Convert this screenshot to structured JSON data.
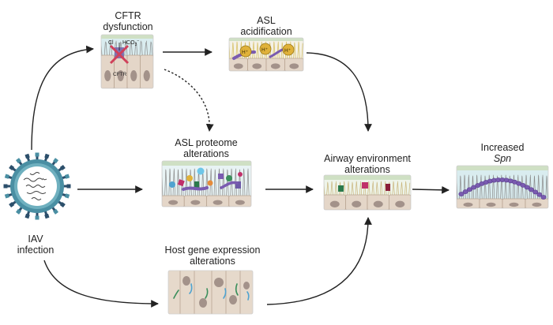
{
  "labels": {
    "cftr_dysfunction": [
      "CFTR",
      "dysfunction"
    ],
    "asl_acidification": [
      "ASL",
      "acidification"
    ],
    "asl_proteome": [
      "ASL proteome",
      "alterations"
    ],
    "airway_environment": [
      "Airway environment",
      "alterations"
    ],
    "increased_spn": [
      "Increased",
      "Spn"
    ],
    "iav_infection": [
      "IAV",
      "infection"
    ],
    "host_gene_expression": [
      "Host gene expression",
      "alterations"
    ]
  },
  "panel_text": {
    "cl": "Cl",
    "hco3": "HCO",
    "hco3_sub": "3",
    "hco3_sup": "−",
    "cftr": "CFTR",
    "h_plus": "H⁺"
  },
  "colors": {
    "arrow": "#222222",
    "cell_fill": "#e4d6c8",
    "nucleus": "#a3928a",
    "mucus": "#cfe0c4",
    "asl_fluid": "#d9ecef",
    "cilia": "#8a8a8a",
    "acid_cilia": "#d8c26a",
    "h_ion": "#e0b23a",
    "bacteria": "#7a5bb0",
    "virus_body": "#4a8fa3",
    "virus_spike": "#2c4f6b"
  },
  "icons": [
    "iav-virus-icon",
    "cftr-blocked-icon",
    "h-ion-icon",
    "streptococcus-chain-icon"
  ]
}
